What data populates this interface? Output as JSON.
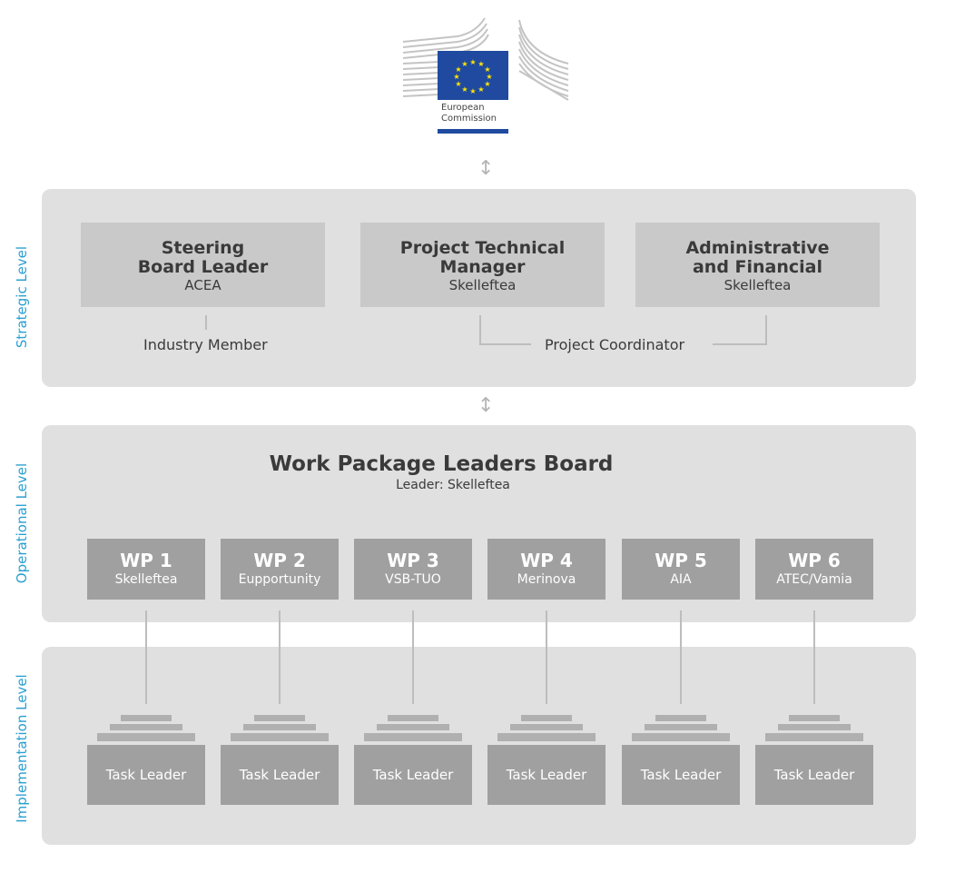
{
  "logo": {
    "line1": "European",
    "line2": "Commission",
    "flag_color": "#1f4aa0",
    "star_color": "#ffe600"
  },
  "levels": {
    "strategic": "Strategic Level",
    "operational": "Operational Level",
    "implementation": "Implementation Level"
  },
  "strategic": {
    "boxes": [
      {
        "title1": "Steering",
        "title2": "Board Leader",
        "sub": "ACEA"
      },
      {
        "title1": "Project Technical",
        "title2": "Manager",
        "sub": "Skelleftea"
      },
      {
        "title1": "Administrative",
        "title2": "and Financial",
        "sub": "Skelleftea"
      }
    ],
    "industry_member": "Industry Member",
    "project_coordinator": "Project Coordinator"
  },
  "operational": {
    "title": "Work Package Leaders Board",
    "leader": "Leader: Skelleftea",
    "wps": [
      {
        "name": "WP 1",
        "org": "Skelleftea"
      },
      {
        "name": "WP 2",
        "org": "Eupportunity"
      },
      {
        "name": "WP 3",
        "org": "VSB-TUO"
      },
      {
        "name": "WP 4",
        "org": "Merinova"
      },
      {
        "name": "WP 5",
        "org": "AIA"
      },
      {
        "name": "WP 6",
        "org": "ATEC/Vamia"
      }
    ]
  },
  "implementation": {
    "task_label": "Task Leader"
  },
  "colors": {
    "level_label": "#2a9fd0",
    "panel": "#e0e0e0",
    "wp_box": "#a0a0a0"
  }
}
